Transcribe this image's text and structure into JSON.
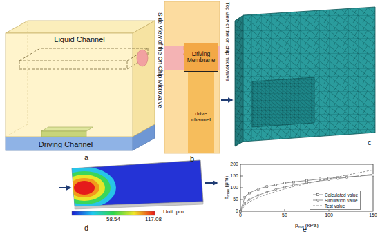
{
  "diagram": {
    "nodes": [
      {
        "text": [
          "Liquid Channel"
        ]
      },
      {
        "text": [
          "Driving Channel"
        ]
      },
      {
        "text": [
          "Liquid Channe"
        ]
      },
      {
        "text": [
          "Driving Membrane"
        ]
      },
      {
        "text": [
          "drive channel"
        ]
      }
    ],
    "labels": [
      "Side View of the On-Chip Microvalve",
      "a",
      "Top view of the on-chip microvalve",
      "b",
      "c",
      "Unit: μm",
      "58.54",
      "117.08",
      "d",
      "0",
      "50",
      "100",
      "150",
      "200",
      "0",
      "50",
      "100",
      "150",
      "δ",
      "max",
      "(μm)",
      "p",
      "md",
      "(kPa)",
      "e"
    ],
    "legend": [
      {
        "text": "Calculated value"
      },
      {
        "text": "Simulation value"
      },
      {
        "text": "Test value"
      }
    ]
  }
}
